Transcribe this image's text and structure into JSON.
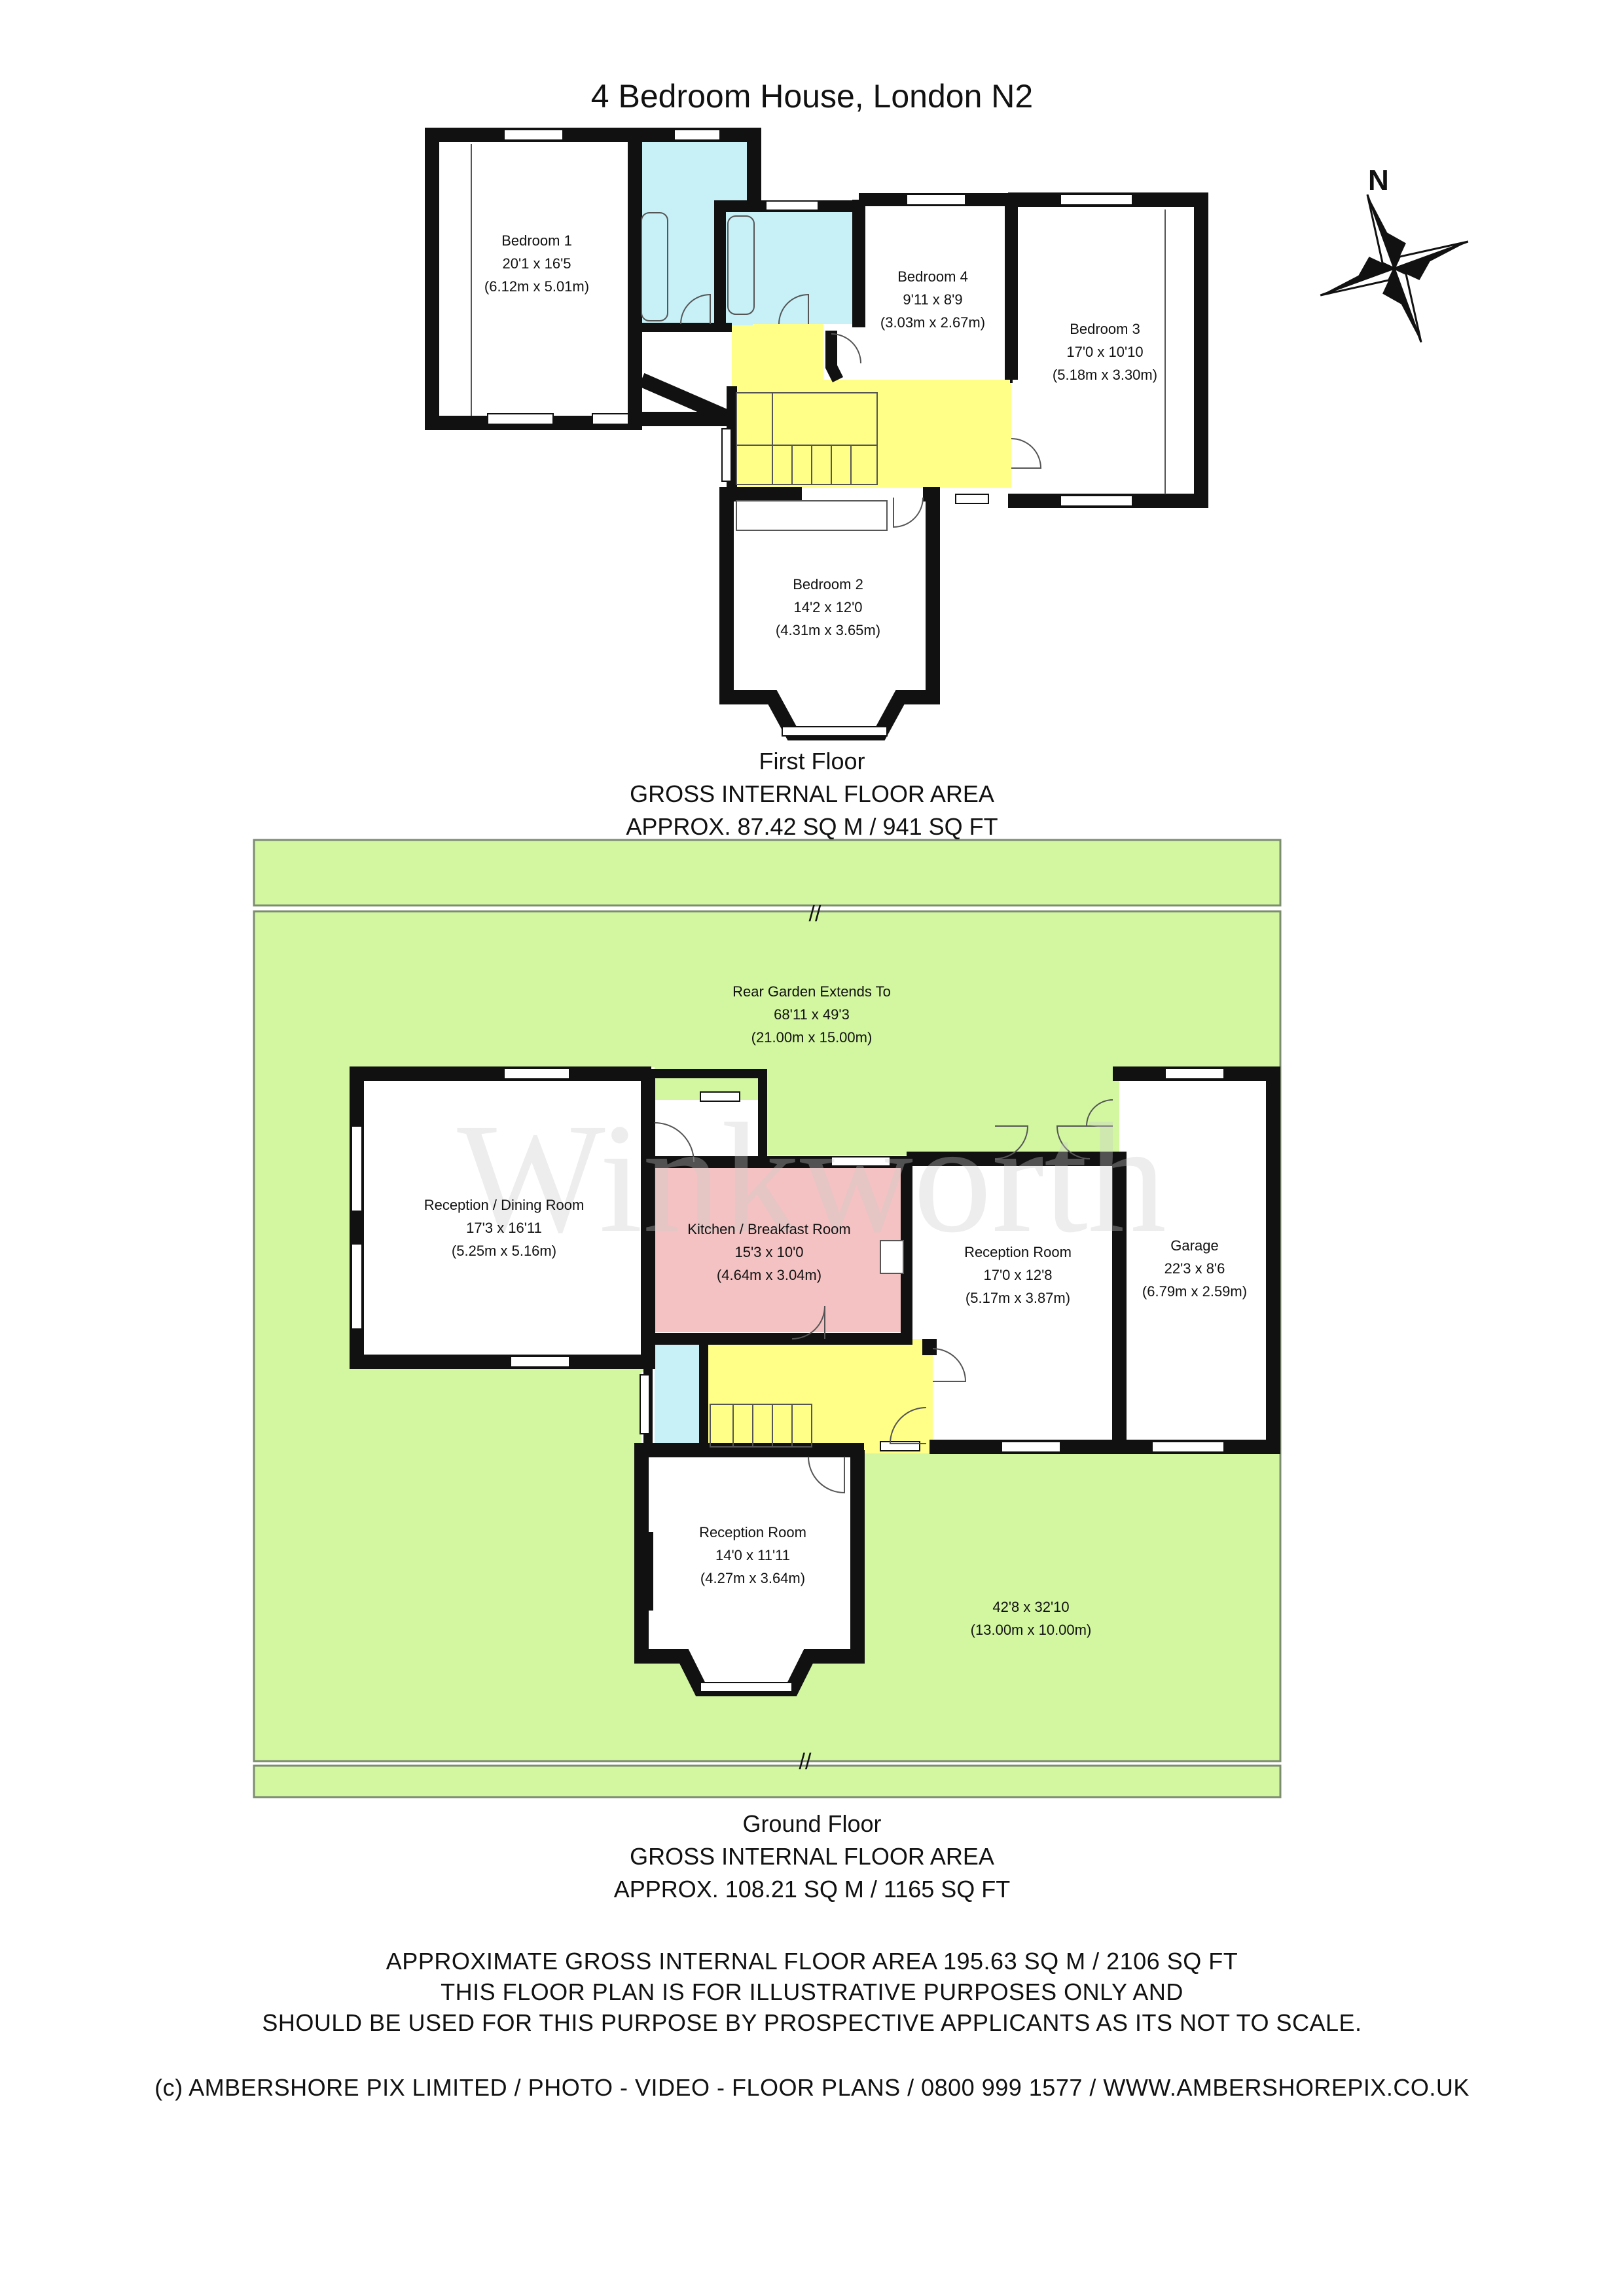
{
  "title": "4 Bedroom House, London N2",
  "watermark": "Winkworth",
  "compass": "N",
  "colors": {
    "wall": "#111111",
    "hall": "#ffff88",
    "bath": "#c7f0f7",
    "kitchen": "#f4c2c2",
    "garden": "#d2f7a0",
    "garden_stroke": "#7c8c70"
  },
  "first_floor": {
    "name": "First Floor",
    "area_label": "GROSS INTERNAL FLOOR AREA",
    "area": "APPROX. 87.42 SQ M / 941 SQ FT",
    "rooms": [
      {
        "name": "Bedroom 1",
        "imperial": "20'1 x 16'5",
        "metric": "(6.12m x 5.01m)"
      },
      {
        "name": "Bedroom 4",
        "imperial": "9'11 x 8'9",
        "metric": "(3.03m x 2.67m)"
      },
      {
        "name": "Bedroom 3",
        "imperial": "17'0 x 10'10",
        "metric": "(5.18m x 3.30m)"
      },
      {
        "name": "Bedroom 2",
        "imperial": "14'2 x 12'0",
        "metric": "(4.31m x 3.65m)"
      }
    ]
  },
  "ground_floor": {
    "name": "Ground Floor",
    "area_label": "GROSS INTERNAL FLOOR AREA",
    "area": "APPROX. 108.21 SQ M / 1165 SQ FT",
    "break_mark": "//",
    "rooms": [
      {
        "name": "Rear Garden Extends To",
        "imperial": "68'11 x 49'3",
        "metric": "(21.00m x 15.00m)"
      },
      {
        "name": "Reception / Dining Room",
        "imperial": "17'3 x 16'11",
        "metric": "(5.25m x 5.16m)"
      },
      {
        "name": "Kitchen / Breakfast Room",
        "imperial": "15'3 x 10'0",
        "metric": "(4.64m x 3.04m)"
      },
      {
        "name": "Reception Room",
        "imperial": "17'0 x 12'8",
        "metric": "(5.17m x 3.87m)"
      },
      {
        "name": "Garage",
        "imperial": "22'3 x 8'6",
        "metric": "(6.79m x 2.59m)"
      },
      {
        "name": "Reception Room",
        "imperial": "14'0 x 11'11",
        "metric": "(4.27m x 3.64m)"
      },
      {
        "name": "",
        "imperial": "42'8 x 32'10",
        "metric": "(13.00m x 10.00m)"
      }
    ]
  },
  "footer": {
    "total": "APPROXIMATE GROSS INTERNAL FLOOR AREA 195.63 SQ M / 2106 SQ FT",
    "disclaimer_1": "THIS FLOOR PLAN IS FOR ILLUSTRATIVE PURPOSES ONLY AND",
    "disclaimer_2": "SHOULD BE USED FOR THIS PURPOSE BY PROSPECTIVE APPLICANTS AS ITS NOT TO SCALE.",
    "credit": "(c) AMBERSHORE PIX LIMITED / PHOTO - VIDEO - FLOOR PLANS / 0800 999 1577 / WWW.AMBERSHOREPIX.CO.UK"
  }
}
